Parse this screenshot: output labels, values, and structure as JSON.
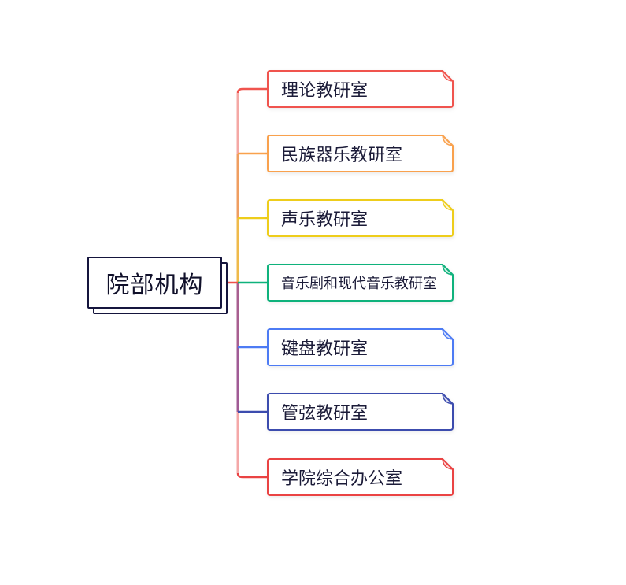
{
  "canvas": {
    "background": "#ffffff"
  },
  "root": {
    "label": "院部机构",
    "border_color": "#15153d",
    "text_color": "#10102a"
  },
  "nodes": [
    {
      "label": "理论教研室",
      "color": "#f0544e"
    },
    {
      "label": "民族器乐教研室",
      "color": "#f9a14d"
    },
    {
      "label": "声乐教研室",
      "color": "#eecd1b"
    },
    {
      "label": "音乐剧和现代音乐教研室",
      "color": "#0fb27c"
    },
    {
      "label": "键盘教研室",
      "color": "#4d7bf4"
    },
    {
      "label": "管弦教研室",
      "color": "#3c4cae"
    },
    {
      "label": "学院综合办公室",
      "color": "#ea4343"
    }
  ],
  "node_text_color": "#1b1b38",
  "connectors": {
    "root_stub_color": "#ee4f4a",
    "trunk_segments": [
      "#f4a8a5",
      "#ef9e61",
      "#efba4b",
      "#a85f90",
      "#a05b95",
      "#f4a8a8"
    ]
  }
}
